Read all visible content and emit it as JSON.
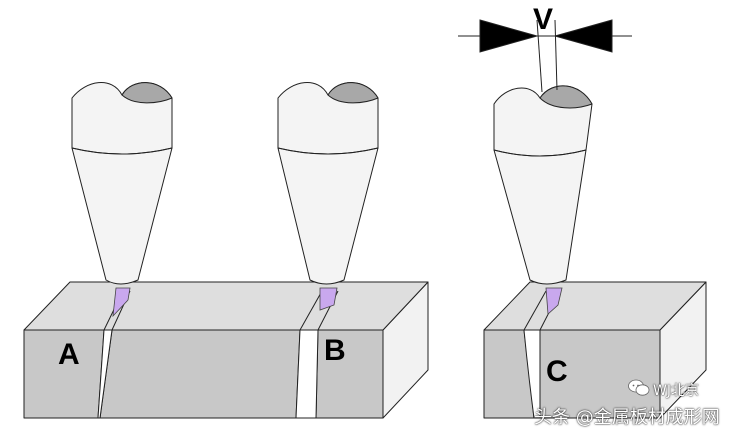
{
  "labels": {
    "a": "A",
    "b": "B",
    "c": "C",
    "v": "V"
  },
  "watermark": {
    "name": "WJ北京",
    "credit": "头条 @金属板材成形网",
    "logo_icon": "chat-bubbles-icon"
  },
  "colors": {
    "block_front": "#c8c8c8",
    "block_top": "#dedede",
    "block_side": "#f2f2f2",
    "nozzle": "#f4f4f4",
    "nozzle_cap": "#a8a8a8",
    "beam": "#c9a8ee",
    "outline": "#222222"
  }
}
